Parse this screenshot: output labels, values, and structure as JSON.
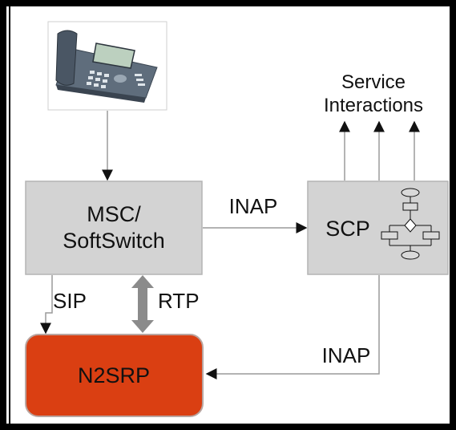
{
  "nodes": {
    "phone": {
      "icon": "ip-desk-phone-icon"
    },
    "msc": {
      "line1": "MSC/",
      "line2": "SoftSwitch"
    },
    "scp": {
      "label": "SCP",
      "icon": "flowchart-icon"
    },
    "n2srp": {
      "label": "N2SRP"
    }
  },
  "labels": {
    "service_line1": "Service",
    "service_line2": "Interactions",
    "inap_top": "INAP",
    "inap_bottom": "INAP",
    "sip": "SIP",
    "rtp": "RTP"
  },
  "colors": {
    "frame": "#000000",
    "box_fill": "#d3d3d3",
    "box_border": "#b4b4b4",
    "n2srp_fill": "#da3f12",
    "n2srp_border": "#b9a5a0",
    "rtp_arrow": "#8b8b8b",
    "connector": "#9a9a9a",
    "arrowhead": "#111111"
  }
}
